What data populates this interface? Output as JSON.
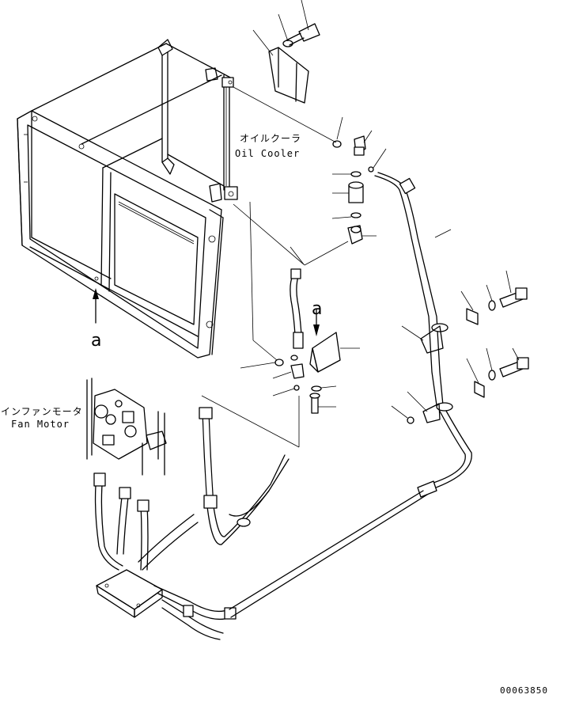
{
  "labels": {
    "oil_cooler_ja": "オイルクーラ",
    "oil_cooler_en": "Oil Cooler",
    "fan_motor_ja": "インファンモータ",
    "fan_motor_en": "Fan Motor",
    "marker_a_left": "a",
    "marker_a_mid": "a",
    "drawing_number": "00063850"
  },
  "colors": {
    "line": "#000000",
    "background": "#ffffff"
  }
}
